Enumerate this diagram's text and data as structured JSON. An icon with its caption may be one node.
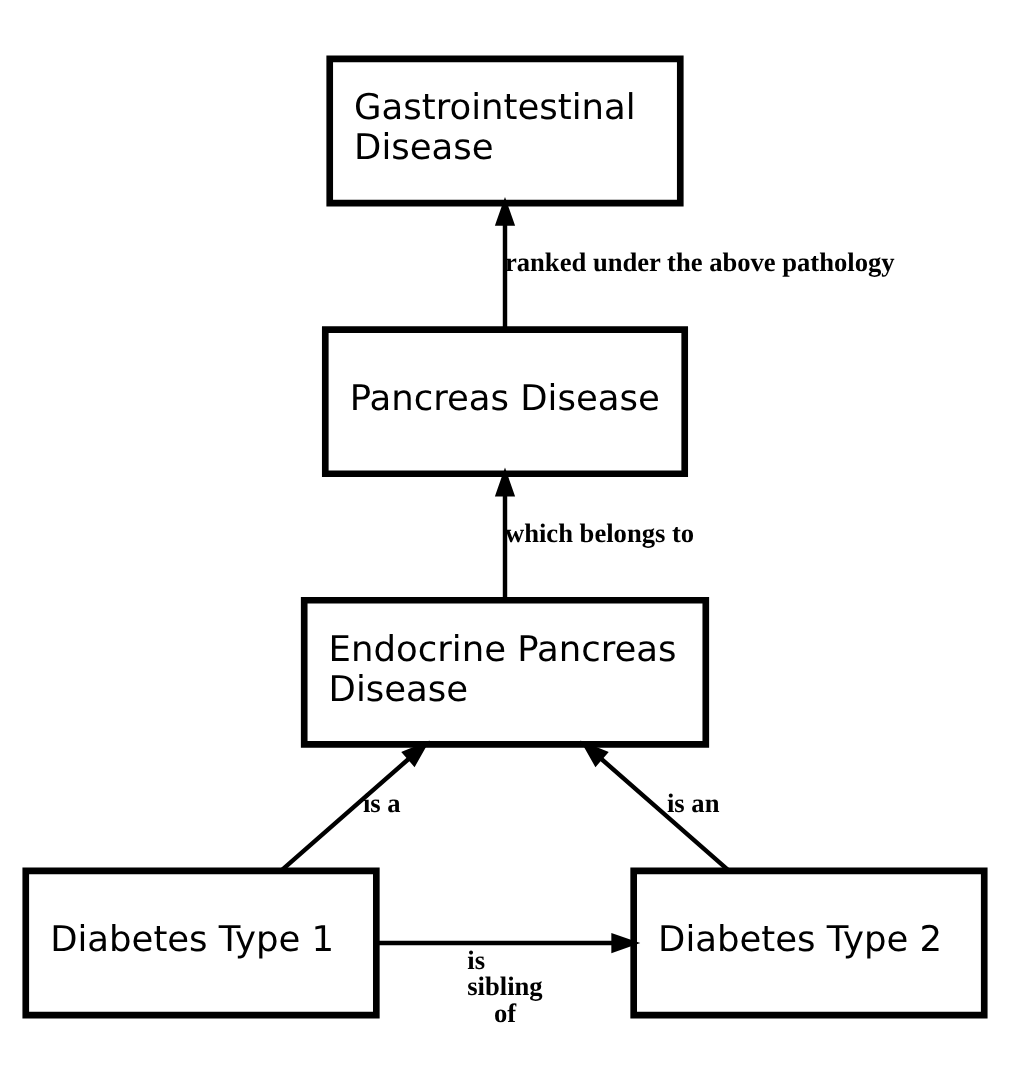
{
  "diagram": {
    "nodes": [
      {
        "text": [
          "Gastrointestinal Disease"
        ]
      },
      {
        "text": [
          "Pancreas Disease"
        ]
      },
      {
        "text": [
          "Endocrine Pancreas Disease"
        ]
      },
      {
        "text": [
          "Diabetes Type 1"
        ]
      },
      {
        "text": [
          "Diabetes Type 2"
        ]
      }
    ],
    "edges": [
      {
        "from": 1,
        "to": 0,
        "arrow": "to",
        "label": "ranked under the above pathology"
      },
      {
        "from": 2,
        "to": 1,
        "arrow": "to",
        "label": "which belongs to"
      },
      {
        "from": 3,
        "to": 2,
        "arrow": "to",
        "label": "is a"
      },
      {
        "from": 3,
        "to": 4,
        "arrow": "to",
        "label": "is sibling of"
      },
      {
        "from": 4,
        "to": 2,
        "arrow": "to",
        "label": "is an"
      }
    ]
  }
}
